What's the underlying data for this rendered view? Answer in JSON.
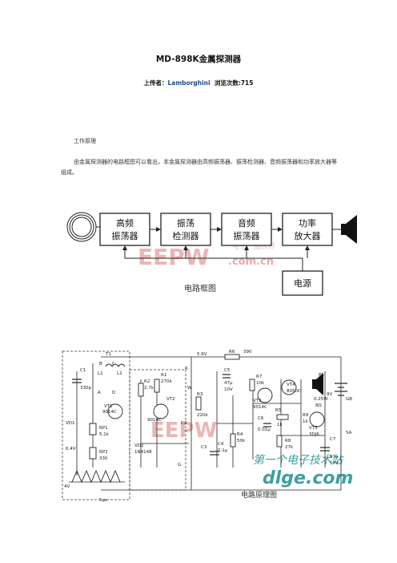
{
  "doc": {
    "title": "MD-898K金属探测器",
    "meta": {
      "uploader_label": "上传者：",
      "uploader": "Lamborghini",
      "views_label": "浏览次数:715"
    },
    "section_heading": "工作原理",
    "paragraph": "由金属探测器的电路框图可以看出，本金属探测器由高频振荡器、振荡检测器、音频振荡器和功率放大器等组成。"
  },
  "block_diagram": {
    "blocks": [
      {
        "line1": "高频",
        "line2": "振荡器"
      },
      {
        "line1": "振荡",
        "line2": "检测器"
      },
      {
        "line1": "音频",
        "line2": "振荡器"
      },
      {
        "line1": "功率",
        "line2": "放大器"
      }
    ],
    "power_label": "电源",
    "caption": "电路框图",
    "watermark_left": "EEPW",
    "watermark_right": ".com.cn",
    "watermark_top_right": "电子产品世界"
  },
  "circuit": {
    "caption": "电路原理图",
    "labels": [
      "T1",
      "B",
      "C",
      "L1",
      "L2",
      "A",
      "D",
      "VT1",
      "9014C",
      "VT2",
      "9014C",
      "RP1",
      "5.1k",
      "RP2",
      "330",
      "VD2",
      "1N4148",
      "VD1",
      "R2",
      "2.7k",
      "R1",
      "270k",
      "R",
      "W",
      "R3",
      "220k",
      "C3",
      "C5",
      "47μ",
      "10V",
      "5.6V",
      "R6",
      "390",
      "R7",
      "10k",
      "VT3",
      "9014C",
      "VT4",
      "8050C",
      "C6",
      "0.01μ",
      "R5",
      "1k",
      "R4",
      "50k",
      "R8",
      "27k",
      "R9",
      "1k",
      "VT5",
      "3DJ6",
      "BL",
      "0.25W",
      "8Ω",
      "C7",
      "47μ",
      "10V",
      "9V",
      "GB",
      "SA",
      "G",
      "4V",
      "5μs",
      "C1",
      "330p",
      "C2",
      "C4",
      "0.1μ",
      "6.4V"
    ],
    "watermark_left": "EEPW",
    "watermark_brand": "第一个电子技术站",
    "watermark_site": "dlge.com"
  }
}
